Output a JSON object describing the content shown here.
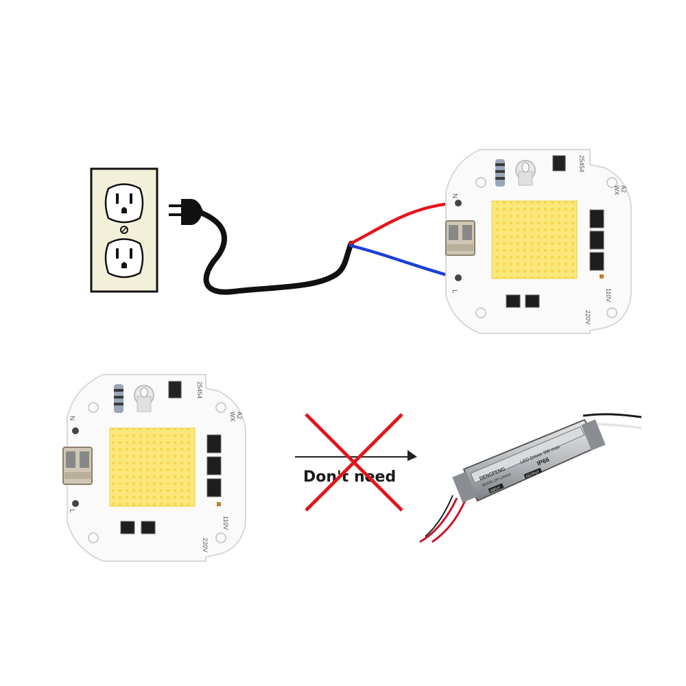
{
  "diagram": {
    "top_module": {
      "label_n": "N",
      "label_l": "L",
      "code": "25454",
      "volt_110": "110V",
      "volt_220": "220V",
      "mark_a2": "A2",
      "mark_wx": "WX"
    },
    "bottom_module": {
      "label_n": "N",
      "label_l": "L",
      "code": "25454",
      "volt_110": "110V",
      "volt_220": "220V",
      "mark_a2": "A2",
      "mark_wx": "WX"
    },
    "dont_need_label": "Don't need",
    "driver": {
      "brand": "DENGFENG",
      "title": "LED Driver 9W max",
      "rating": "IP66",
      "model": "MODEL:DF-LD0910",
      "input_tag": "INPUT",
      "output_tag": "OUTPUT"
    }
  },
  "colors": {
    "live_wire": "#e5131c",
    "neutral_wire": "#1c3fd6",
    "cord": "#111111",
    "cross": "#e3141b",
    "led_chip": "#fbe77a",
    "pcb": "#fafafa"
  }
}
